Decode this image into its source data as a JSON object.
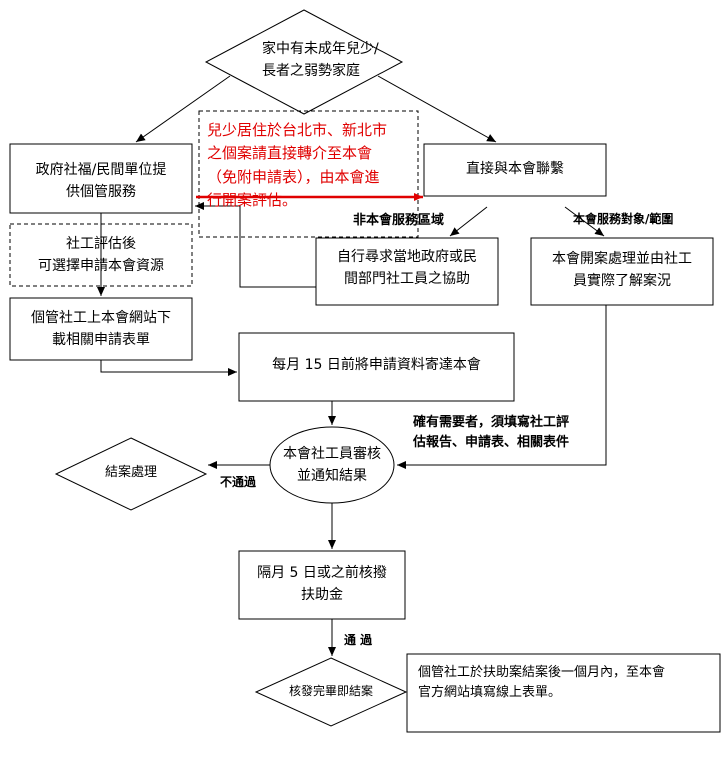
{
  "nodes": {
    "start": "家中有未成年兒少/\n長者之弱勢家庭",
    "gov_services": "政府社福/民間單位提\n供個管服務",
    "direct_contact": "直接與本會聯繫",
    "red_note": "兒少居住於台北市、新北市\n之個案請直接轉介至本會\n（免附申請表），由本會進\n行開案評估。",
    "social_assess": "社工評估後\n可選擇申請本會資源",
    "self_seek": "自行尋求當地政府或民\n間部門社工員之協助",
    "open_case": "本會開案處理並由社工\n員實際了解案況",
    "download_form": "個管社工上本會網站下\n載相關申請表單",
    "mail_by_15": "每月 15 日前將申請資料寄達本會",
    "review": "本會社工員審核\n並通知結果",
    "close_case": "結案處理",
    "disburse_by_5": "隔月 5 日或之前核撥\n扶助金",
    "finish_close": "核發完畢即結案",
    "online_form": "個管社工於扶助案結案後一個月內，至本會\n官方網站填寫線上表單。"
  },
  "labels": {
    "non_service_area": "非本會服務區域",
    "service_target": "本會服務對象/範圍",
    "required_docs": "確有需要者，須填寫社工評\n估報告、申請表、相關表件",
    "not_pass": "不通過",
    "pass": "通 過"
  },
  "colors": {
    "line": "#000000",
    "accent": "#e00000"
  }
}
